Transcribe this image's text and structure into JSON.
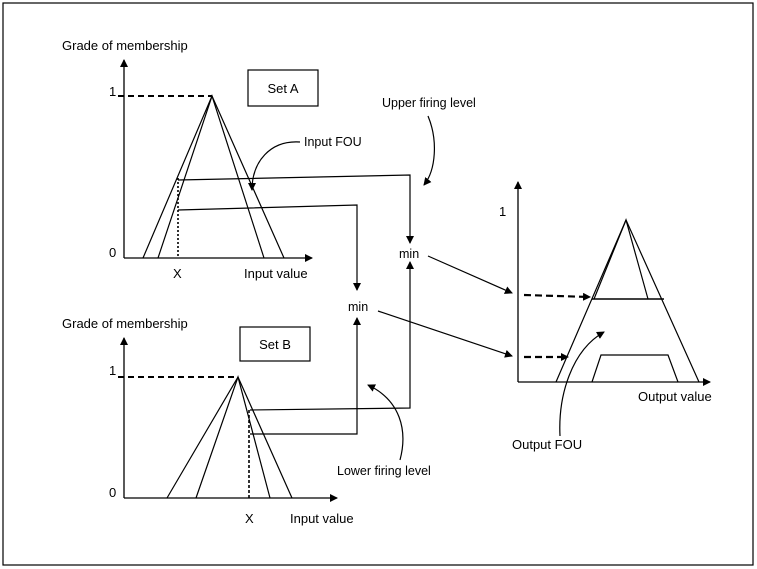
{
  "set_a": {
    "y_axis_label": "Grade of membership",
    "set_label": "Set A",
    "tick_one": "1",
    "tick_zero": "0",
    "x_marker": "X",
    "x_axis_label": "Input value"
  },
  "set_b": {
    "y_axis_label": "Grade of membership",
    "set_label": "Set B",
    "tick_one": "1",
    "tick_zero": "0",
    "x_marker": "X",
    "x_axis_label": "Input value"
  },
  "annotations": {
    "input_fou": "Input FOU",
    "upper_firing_level": "Upper firing level",
    "lower_firing_level": "Lower firing level",
    "min_upper": "min",
    "min_lower": "min"
  },
  "output": {
    "tick_one": "1",
    "x_axis_label": "Output value",
    "fou_label": "Output FOU"
  }
}
